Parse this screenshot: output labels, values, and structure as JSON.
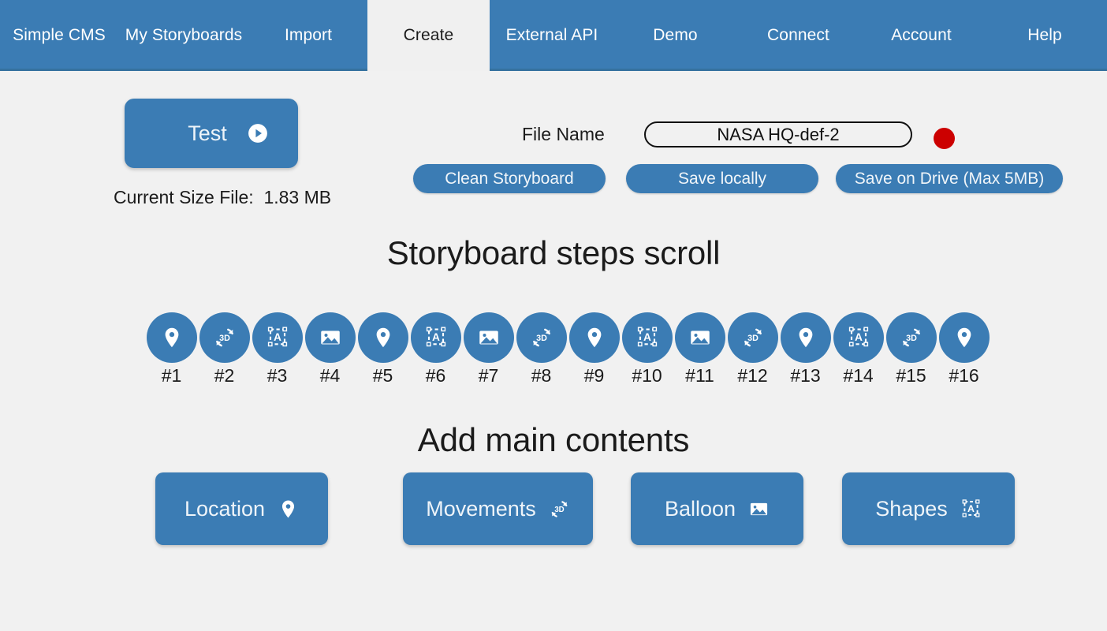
{
  "nav": {
    "items": [
      {
        "label": "Simple CMS",
        "name": "nav-simple-cms",
        "active": false
      },
      {
        "label": "My Storyboards",
        "name": "nav-my-storyboards",
        "active": false
      },
      {
        "label": "Import",
        "name": "nav-import",
        "active": false
      },
      {
        "label": "Create",
        "name": "nav-create",
        "active": true
      },
      {
        "label": "External API",
        "name": "nav-external-api",
        "active": false
      },
      {
        "label": "Demo",
        "name": "nav-demo",
        "active": false
      },
      {
        "label": "Connect",
        "name": "nav-connect",
        "active": false
      },
      {
        "label": "Account",
        "name": "nav-account",
        "active": false
      },
      {
        "label": "Help",
        "name": "nav-help",
        "active": false
      }
    ]
  },
  "toolbar": {
    "test_label": "Test",
    "test_icon": "play-circle-icon",
    "current_size_file": "Current Size File:  1.83 MB",
    "file_name_label": "File Name",
    "file_name_value": "NASA HQ-def-2",
    "file_name_placeholder": "File name",
    "record_indicator": "record-dot",
    "clean_storyboard_label": "Clean Storyboard",
    "save_locally_label": "Save locally",
    "save_on_drive_label": "Save on Drive (Max 5MB)"
  },
  "steps_section": {
    "title": "Storyboard steps scroll",
    "steps": [
      {
        "label": "#1",
        "icon": "location-pin-icon"
      },
      {
        "label": "#2",
        "icon": "rotate-3d-icon"
      },
      {
        "label": "#3",
        "icon": "shapes-icon"
      },
      {
        "label": "#4",
        "icon": "image-icon"
      },
      {
        "label": "#5",
        "icon": "location-pin-icon"
      },
      {
        "label": "#6",
        "icon": "shapes-icon"
      },
      {
        "label": "#7",
        "icon": "image-icon"
      },
      {
        "label": "#8",
        "icon": "rotate-3d-icon"
      },
      {
        "label": "#9",
        "icon": "location-pin-icon"
      },
      {
        "label": "#10",
        "icon": "shapes-icon"
      },
      {
        "label": "#11",
        "icon": "image-icon"
      },
      {
        "label": "#12",
        "icon": "rotate-3d-icon"
      },
      {
        "label": "#13",
        "icon": "location-pin-icon"
      },
      {
        "label": "#14",
        "icon": "shapes-icon"
      },
      {
        "label": "#15",
        "icon": "rotate-3d-icon"
      },
      {
        "label": "#16",
        "icon": "location-pin-icon"
      }
    ]
  },
  "contents_section": {
    "title": "Add main contents",
    "buttons": [
      {
        "label": "Location",
        "icon": "location-pin-icon"
      },
      {
        "label": "Movements",
        "icon": "rotate-3d-icon"
      },
      {
        "label": "Balloon",
        "icon": "image-icon"
      },
      {
        "label": "Shapes",
        "icon": "shapes-icon"
      }
    ]
  },
  "colors": {
    "brand_blue": "#3b7cb4",
    "nav_border": "#35719f",
    "page_background": "#f1f1f1",
    "active_tab_background": "#f0f0f0",
    "record_red": "#cc0000",
    "text_dark": "#1b1b1b",
    "text_on_blue": "#eef4f9"
  }
}
